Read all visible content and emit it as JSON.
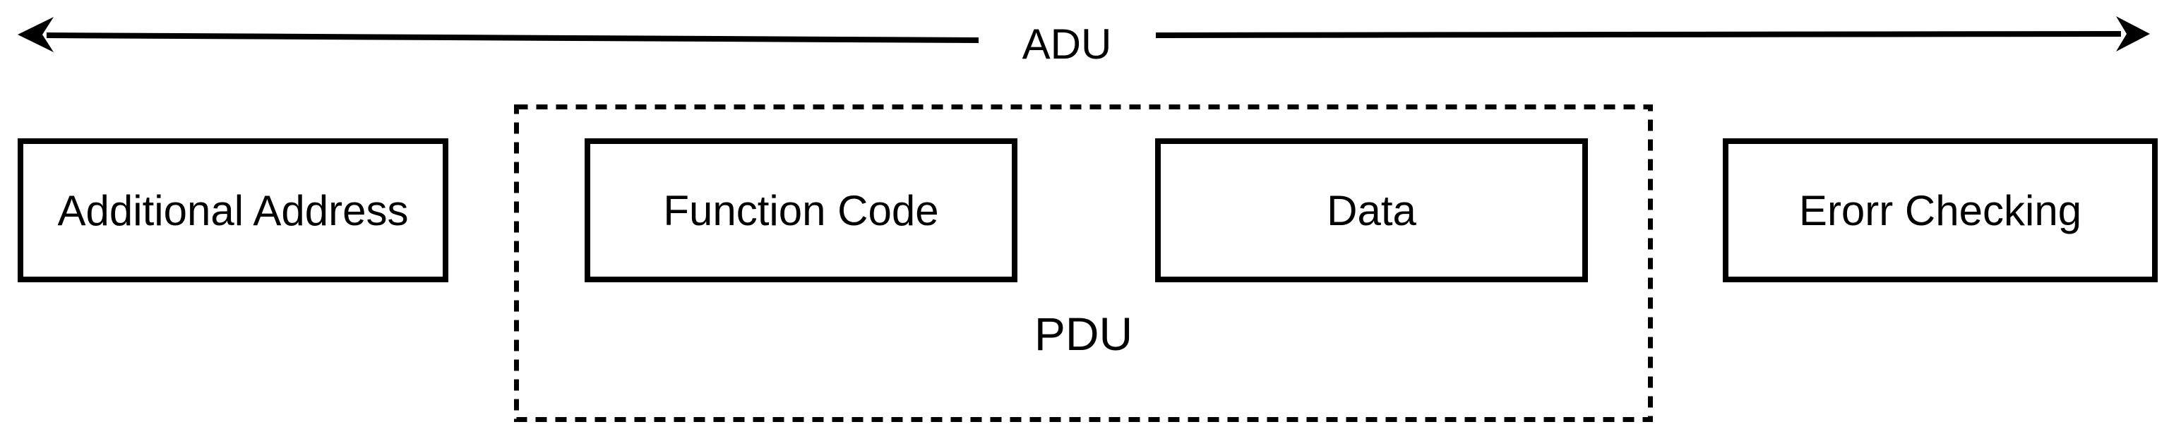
{
  "diagram": {
    "adu_arrow_label": "ADU",
    "pdu_container_label": "PDU",
    "fields": [
      {
        "label": "Additional Address",
        "inside_pdu": false
      },
      {
        "label": "Function Code",
        "inside_pdu": true
      },
      {
        "label": "Data",
        "inside_pdu": true
      },
      {
        "label": "Erorr Checking",
        "inside_pdu": false
      }
    ],
    "colors": {
      "ink": "#000000",
      "background": "#ffffff"
    }
  }
}
